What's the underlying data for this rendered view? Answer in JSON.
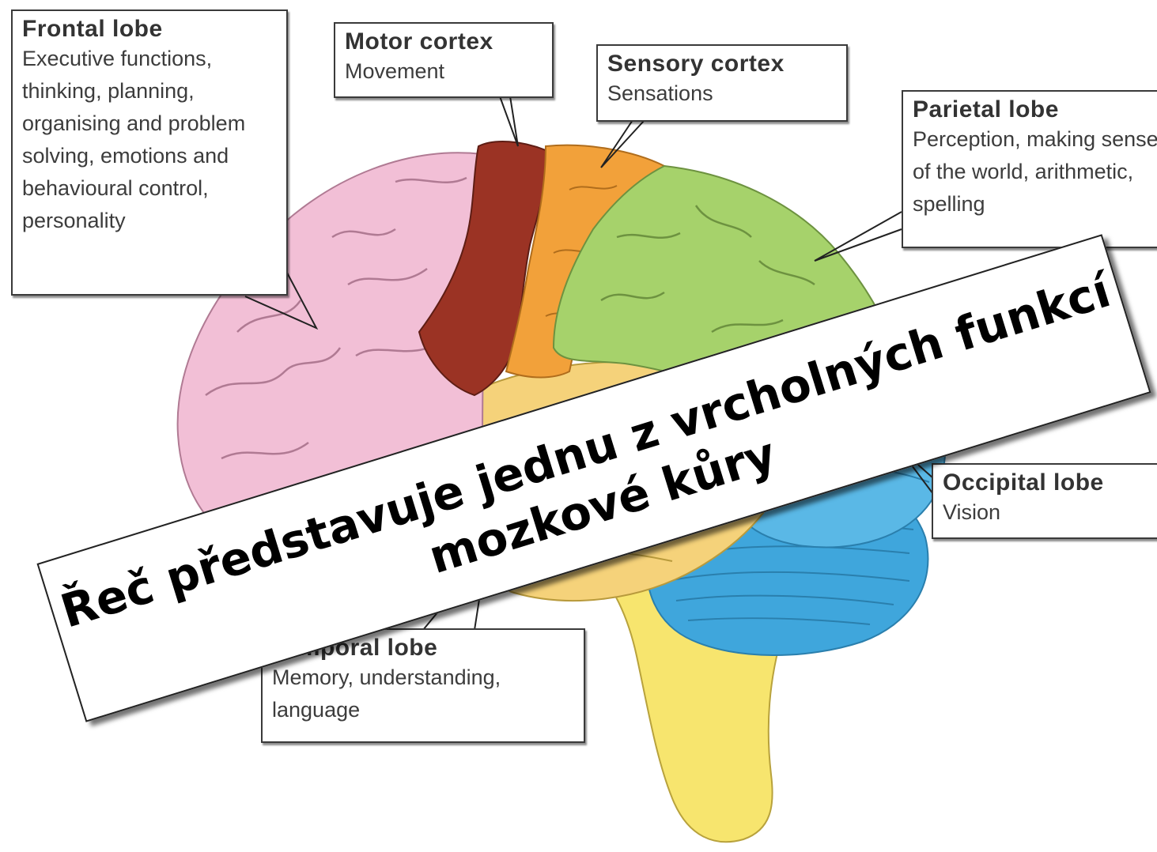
{
  "labels": {
    "frontal": {
      "title": "Frontal lobe",
      "description": "Executive functions, thinking, planning, organising and problem solving, emotions and behavioural control, personality"
    },
    "motor": {
      "title": "Motor cortex",
      "description": "Movement"
    },
    "sensory": {
      "title": "Sensory cortex",
      "description": "Sensations"
    },
    "parietal": {
      "title": "Parietal lobe",
      "description": "Perception, making sense of the world, arithmetic, spelling"
    },
    "occipital": {
      "title": "Occipital lobe",
      "description": "Vision"
    },
    "temporal": {
      "title": "Temporal lobe",
      "description": "Memory, understanding, language"
    }
  },
  "banner": {
    "text": "Řeč představuje jednu z vrcholných funkcí\nmozkové kůry"
  },
  "colors": {
    "frontal": "#f2bfd6",
    "motor": "#9b3324",
    "sensory": "#f2a13a",
    "parietal": "#a6d26b",
    "occipital": "#5ab8e6",
    "temporal": "#f5d27a",
    "cerebellum": "#3fa6dc",
    "brainstem": "#f7e56e"
  }
}
